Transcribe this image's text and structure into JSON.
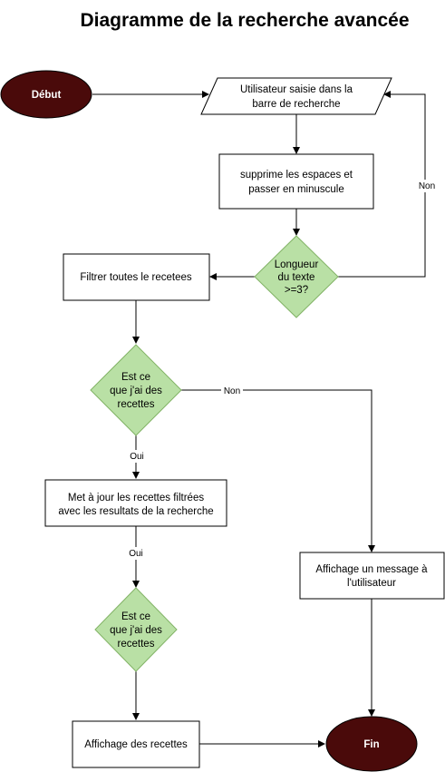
{
  "title": "Diagramme de la recherche avancée",
  "colors": {
    "terminal_fill": "#4a0a0a",
    "decision_fill": "#b9e0a5",
    "decision_stroke": "#82b366",
    "box_stroke": "#000000"
  },
  "nodes": {
    "start": "Début",
    "input": [
      "Utilisateur saisie dans la",
      "barre de recherche"
    ],
    "normalize": [
      "supprime les espaces et",
      "passer en minuscule"
    ],
    "check_length": [
      "Longueur",
      "du texte",
      ">=3?"
    ],
    "filter_all": "Filtrer toutes le recetees",
    "has_recipes_1": [
      "Est ce",
      "que j'ai des",
      "recettes"
    ],
    "update_filtered": [
      "Met à jour les recettes filtrées",
      "avec les resultats de la recherche"
    ],
    "has_recipes_2": [
      "Est ce",
      "que j'ai des",
      "recettes"
    ],
    "show_recipes": "Affichage des recettes",
    "show_message": [
      "Affichage un message à",
      "l'utilisateur"
    ],
    "end": "Fin"
  },
  "edge_labels": {
    "length_no": "Non",
    "recipes_no": "Non",
    "recipes_yes": "Oui",
    "update_yes": "Oui"
  }
}
